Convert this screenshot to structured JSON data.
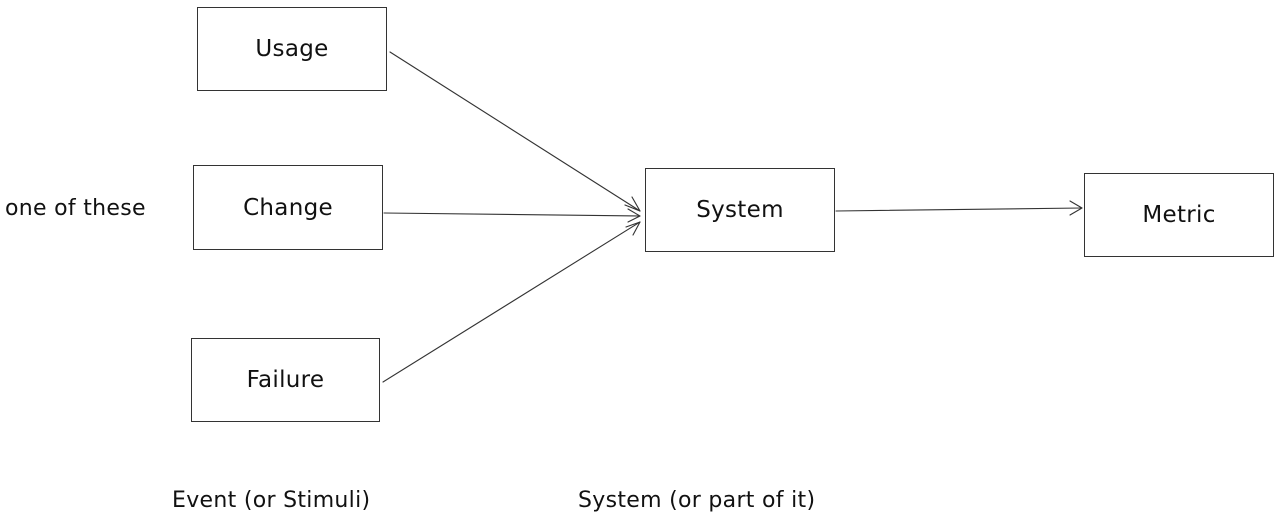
{
  "nodes": {
    "usage": "Usage",
    "change": "Change",
    "failure": "Failure",
    "system": "System",
    "metric": "Metric"
  },
  "labels": {
    "one_of_these": "one of these",
    "event_caption": "Event (or Stimuli)",
    "system_caption": "System (or part of it)"
  }
}
